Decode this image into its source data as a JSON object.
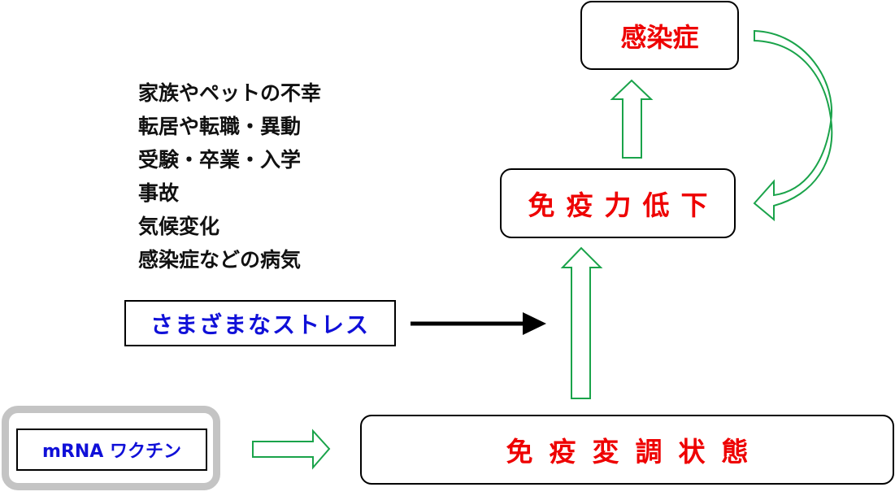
{
  "nodes": {
    "infection": "感染症",
    "immunity_decline": "免疫力低下",
    "immune_dysregulation": "免疫変調状態",
    "stress": "さまざまなストレス",
    "vaccine": "mRNA ワクチン"
  },
  "stress_examples": [
    "家族やペットの不幸",
    "転居や転職・異動",
    "受験・卒業・入学",
    "事故",
    "気候変化",
    "感染症などの病気"
  ],
  "colors": {
    "node_text": "#ee0000",
    "label_text": "#1010d8",
    "arrow_outline": "#1aa34a",
    "stress_arrow": "#000000",
    "vaccine_frame": "#c4c4c4"
  }
}
